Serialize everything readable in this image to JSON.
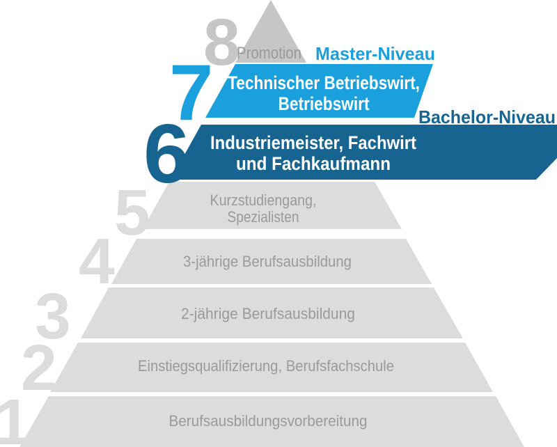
{
  "colors": {
    "band_gray": "#dcdcdc",
    "apex_gray": "#c6c6c8",
    "label_gray": "#9a9a9a",
    "light_blue": "#1aa0dc",
    "dark_blue": "#16648f",
    "white": "#ffffff"
  },
  "levels": [
    {
      "number": "8",
      "lines": [
        "Promotion"
      ]
    },
    {
      "number": "7",
      "lines": [
        "Technischer Betriebswirt,",
        "Betriebswirt"
      ],
      "niveau": "Master-Niveau"
    },
    {
      "number": "6",
      "lines": [
        "Industriemeister, Fachwirt",
        "und Fachkaufmann"
      ],
      "niveau": "Bachelor-Niveau"
    },
    {
      "number": "5",
      "lines": [
        "Kurzstudiengang,",
        "Spezialisten"
      ]
    },
    {
      "number": "4",
      "lines": [
        "3-jährige Berufsausbildung"
      ]
    },
    {
      "number": "3",
      "lines": [
        "2-jährige Berufsausbildung"
      ]
    },
    {
      "number": "2",
      "lines": [
        "Einstiegsqualifizierung, Berufsfachschule"
      ]
    },
    {
      "number": "1",
      "lines": [
        "Berufsausbildungsvorbereitung"
      ]
    }
  ]
}
